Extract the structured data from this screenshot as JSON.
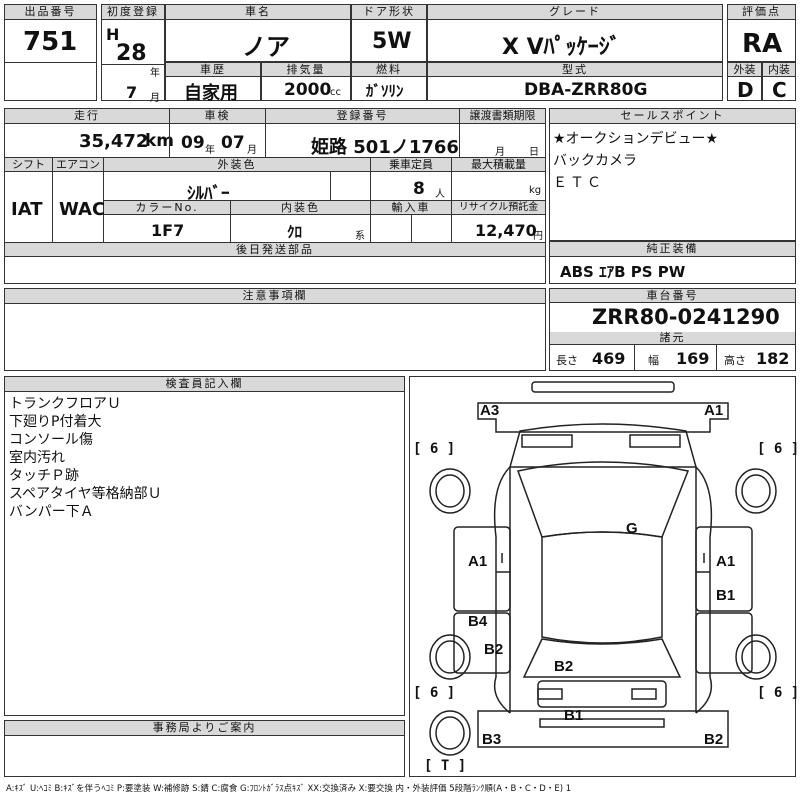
{
  "header": {
    "lot_label": "出品番号",
    "lot": "751",
    "first_reg_label": "初度登録",
    "era": "H",
    "year": "28",
    "year_unit": "年",
    "month": "7",
    "month_unit": "月",
    "car_name_label": "車名",
    "car_name": "ノア",
    "door_label": "ドア形状",
    "door": "5W",
    "grade_label": "グレード",
    "grade": "X Vﾊﾟｯｹｰｼﾞ",
    "score_label": "評価点",
    "score": "RA",
    "history_label": "車歴",
    "history": "自家用",
    "displacement_label": "排気量",
    "displacement": "2000",
    "displacement_unit": "cc",
    "fuel_label": "燃料",
    "fuel": "ｶﾞｿﾘﾝ",
    "model_label": "型式",
    "model": "DBA-ZRR80G",
    "ext_label": "外装",
    "ext": "D",
    "int_label": "内装",
    "int": "C"
  },
  "row2": {
    "mileage_label": "走行",
    "mileage": "35,472",
    "mileage_unit": "km",
    "inspection_label": "車検",
    "insp_year": "09",
    "insp_year_unit": "年",
    "insp_month": "07",
    "insp_month_unit": "月",
    "reg_label": "登録番号",
    "reg": "姫路 501ノ1766",
    "transfer_label": "譲渡書類期限",
    "transfer_month_unit": "月",
    "transfer_day_unit": "日",
    "shift_label": "シフト",
    "shift": "IAT",
    "ac_label": "エアコン",
    "ac": "WAC",
    "color_label": "外装色",
    "color": "ｼﾙﾊﾞｰ",
    "capacity_label": "乗車定員",
    "capacity": "8",
    "capacity_unit": "人",
    "load_label": "最大積載量",
    "load_unit": "kg",
    "color_no_label": "カラーNo.",
    "color_no": "1F7",
    "int_color_label": "内装色",
    "int_color": "ｸﾛ",
    "int_color_unit": "系",
    "import_label": "輸入車",
    "recycle_label": "リサイクル預託金",
    "recycle": "12,470",
    "recycle_unit": "円",
    "later_parts_label": "後日発送部品"
  },
  "sales_points": {
    "label": "セールスポイント",
    "lines": [
      "★オークションデビュー★",
      "バックカメラ",
      "ＥＴＣ"
    ]
  },
  "equipment": {
    "label": "純正装備",
    "value": "ABS ｴｱB PS PW"
  },
  "notes": {
    "label": "注意事項欄"
  },
  "chassis": {
    "label": "車台番号",
    "value": "ZRR80-0241290"
  },
  "specs": {
    "label": "諸元",
    "length_label": "長さ",
    "length": "469",
    "width_label": "幅",
    "width": "169",
    "height_label": "高さ",
    "height": "182"
  },
  "inspector": {
    "label": "検査員記入欄",
    "lines": [
      "トランクフロアＵ",
      "下廻りP付着大",
      "コンソール傷",
      "室内汚れ",
      "タッチＰ跡",
      "スペアタイヤ等格納部Ｕ",
      "バンパー下Ａ"
    ]
  },
  "office": {
    "label": "事務局よりご案内"
  },
  "diagram": {
    "marks": {
      "a3": "A3",
      "a1_top": "A1",
      "g": "G",
      "a1_left": "A1",
      "a1_right": "A1",
      "b4": "B4",
      "b1_right": "B1",
      "b2_left": "B2",
      "b2_center": "B2",
      "b1_bottom": "B1",
      "b3": "B3",
      "b2_bottom": "B2"
    },
    "tires": {
      "fl": "[ 6 ]",
      "fr": "[ 6 ]",
      "rl": "[ 6 ]",
      "rr": "[ 6 ]",
      "spare": "[ T ]"
    }
  },
  "legend": "A:ｷｽﾞ U:ﾍｺﾐ B:ｷｽﾞを伴うﾍｺﾐ P:要塗装 W:補修跡 S:錆 C:腐食 G:ﾌﾛﾝﾄｶﾞﾗｽ点ｷｽﾞ XX:交換済み X:要交換 内・外装評価 5段階ﾗﾝｸ順(A・B・C・D・E) 1"
}
